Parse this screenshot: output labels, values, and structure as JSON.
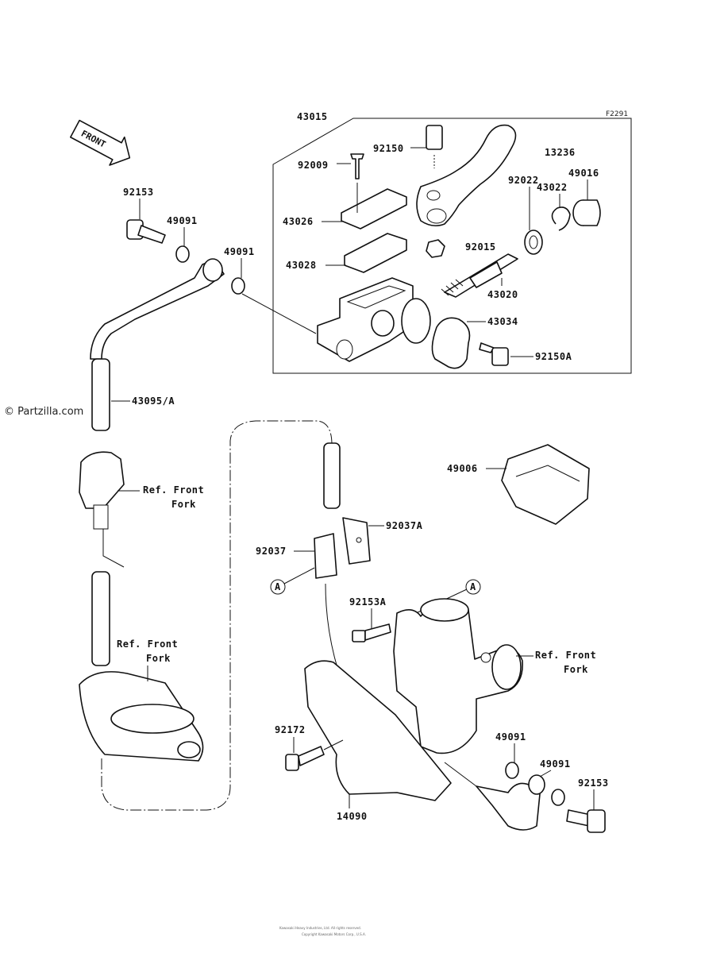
{
  "diagram_code": "F2291",
  "watermark": "© Partzilla.com",
  "front_arrow": "FRONT",
  "callout_letter": "A",
  "footer_lines": [
    "Kawasaki Heavy Industries, Ltd. All rights reserved.",
    "Copyright Kawasaki Motors Corp., U.S.A."
  ],
  "labels": {
    "p43015": "43015",
    "p92150": "92150",
    "p13236": "13236",
    "p92009": "92009",
    "p49016": "49016",
    "p43022": "43022",
    "p92022": "92022",
    "p43026": "43026",
    "p92015": "92015",
    "p43028": "43028",
    "p43020": "43020",
    "p43034": "43034",
    "p92150A": "92150A",
    "p92153_top": "92153",
    "p49091_a": "49091",
    "p49091_b": "49091",
    "p43095A": "43095/A",
    "p49006": "49006",
    "ref_front_fork_1": [
      "Ref. Front",
      "Fork"
    ],
    "ref_front_fork_2": [
      "Ref. Front",
      "Fork"
    ],
    "ref_front_fork_3": [
      "Ref. Front",
      "Fork"
    ],
    "p92037A": "92037A",
    "p92037": "92037",
    "p92153A": "92153A",
    "p92172": "92172",
    "p49091_c": "49091",
    "p49091_d": "49091",
    "p92153_bot": "92153",
    "p14090": "14090"
  }
}
